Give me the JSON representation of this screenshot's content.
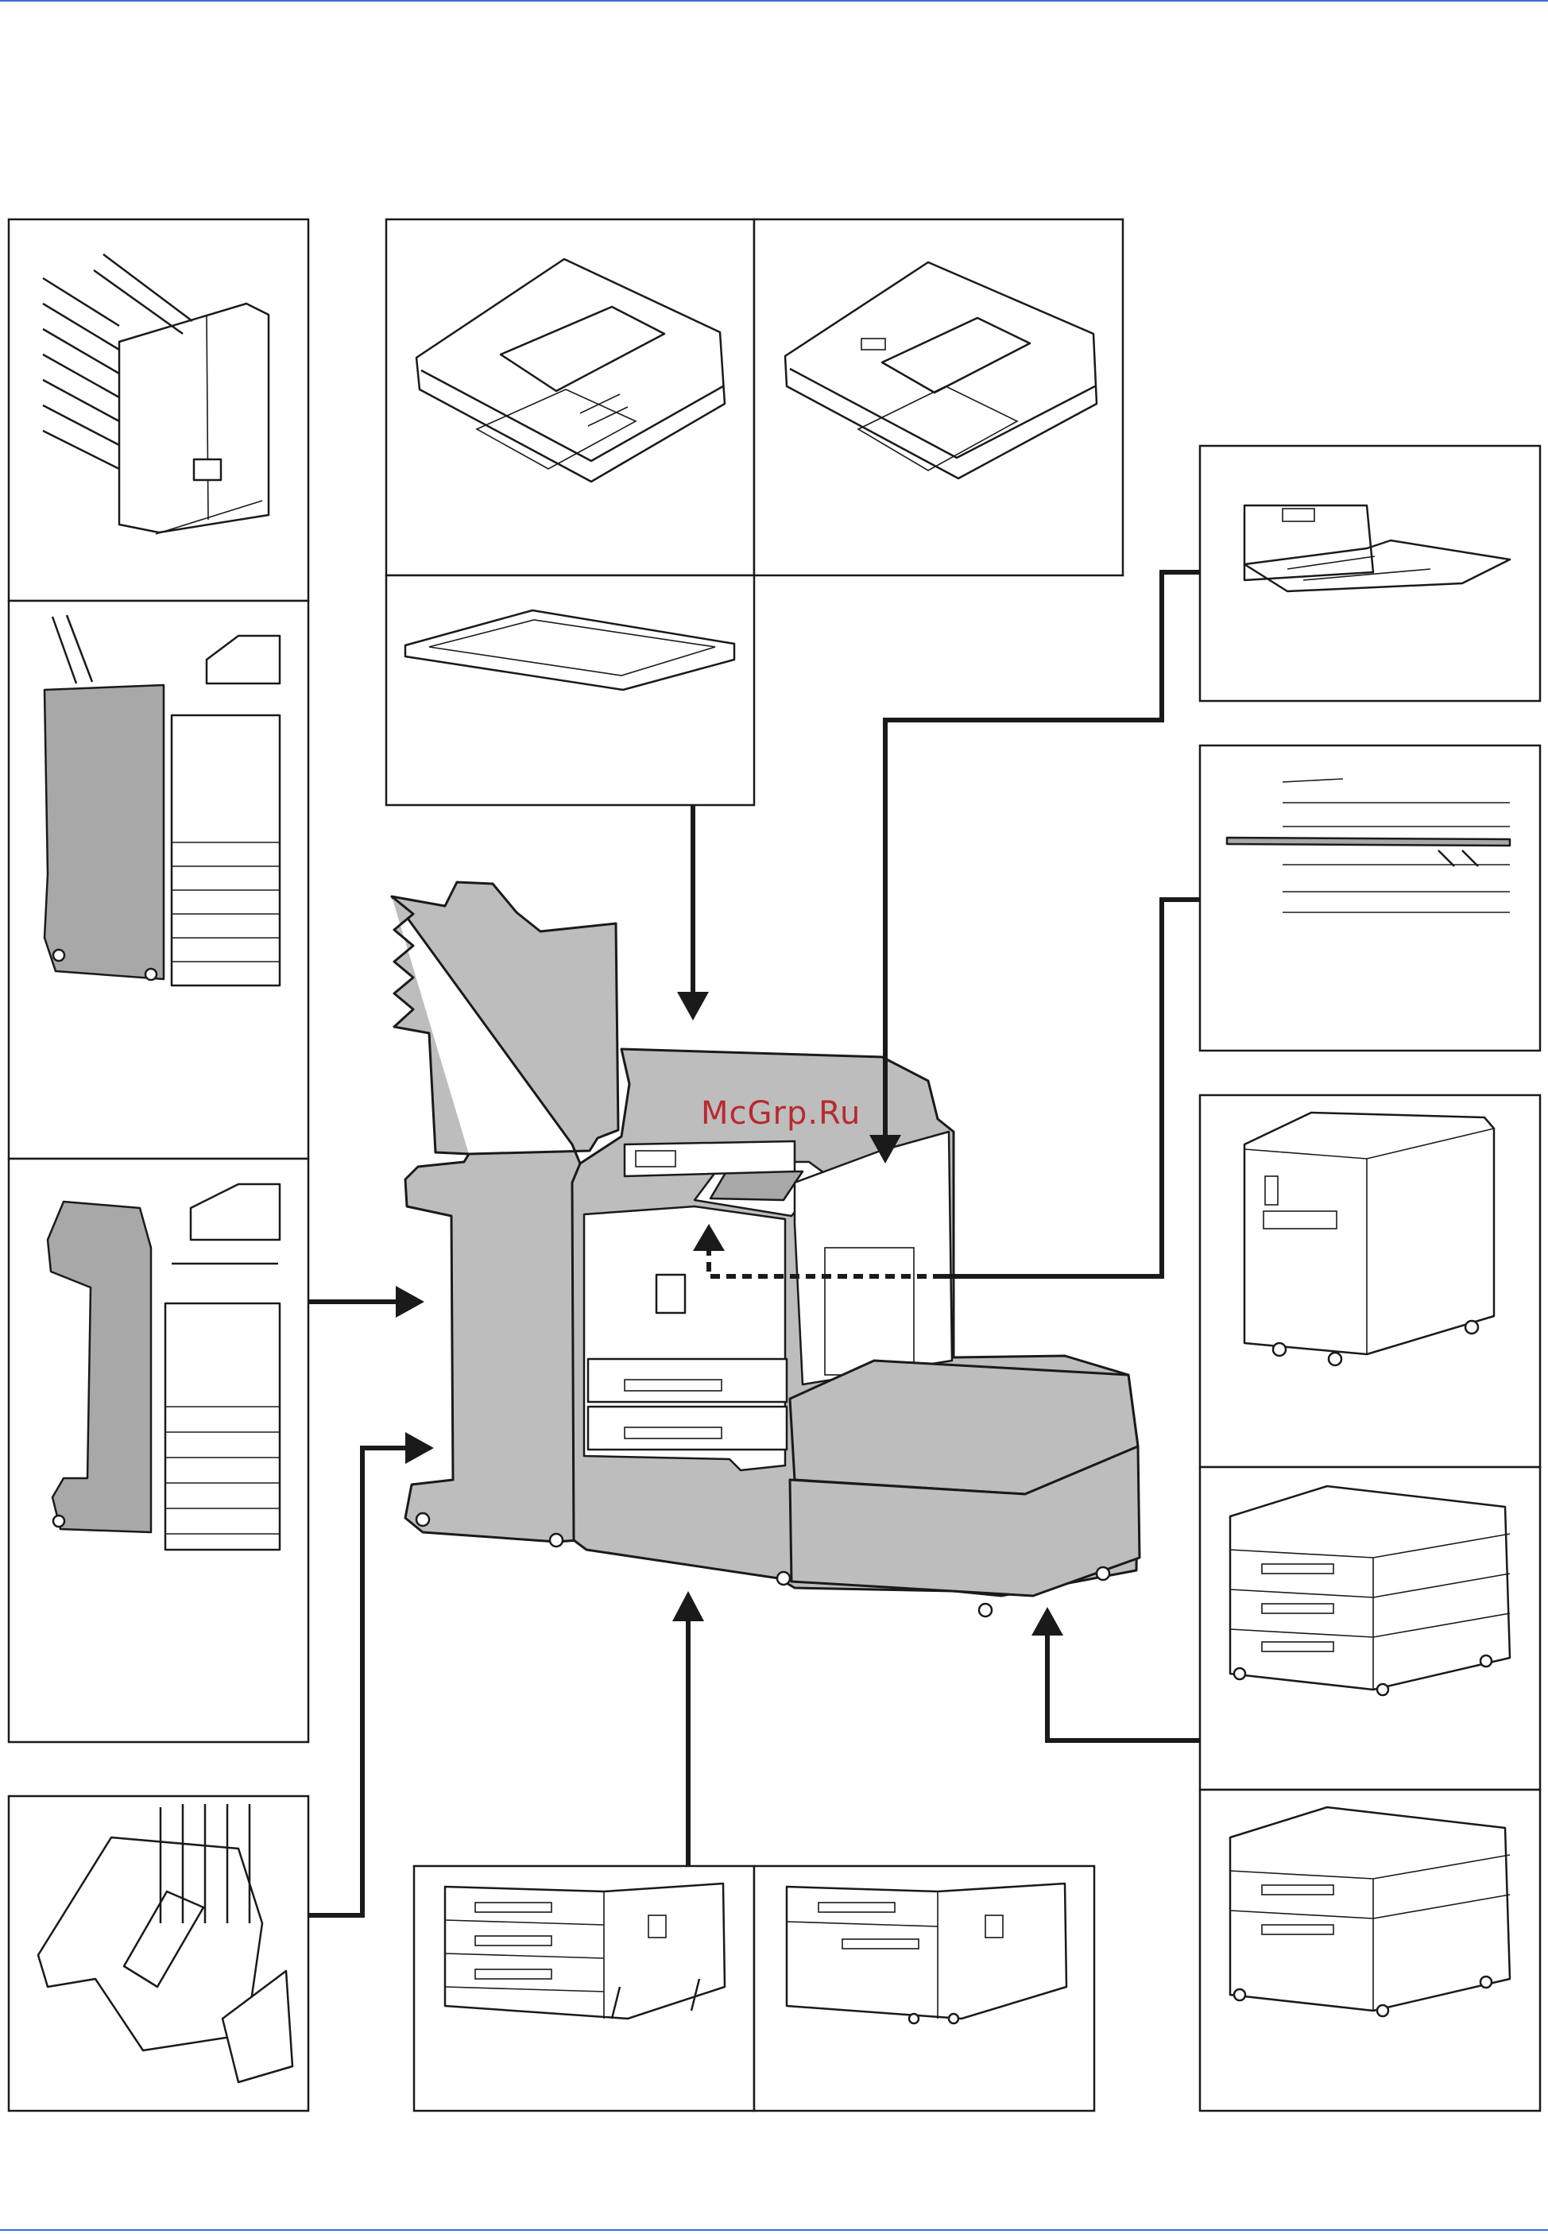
{
  "watermark": {
    "text": "McGrp.Ru"
  },
  "colors": {
    "rule": "#3a6fd8",
    "line": "#1a1a1a",
    "machine_fill": "#bdbdbd",
    "watermark": "#b72a30"
  },
  "diagram": {
    "panels": [
      "mailbox-panel",
      "finisher-panel-a",
      "finisher-panel-b",
      "punch-unit-panel",
      "document-processor-panel-a",
      "document-processor-panel-b",
      "platen-cover-panel",
      "paper-feeder-panel-a",
      "paper-feeder-panel-b",
      "bypass-tray-panel",
      "bridge-unit-panel",
      "side-feeder-panel",
      "large-feeder-panel-a",
      "large-feeder-panel-b"
    ]
  }
}
